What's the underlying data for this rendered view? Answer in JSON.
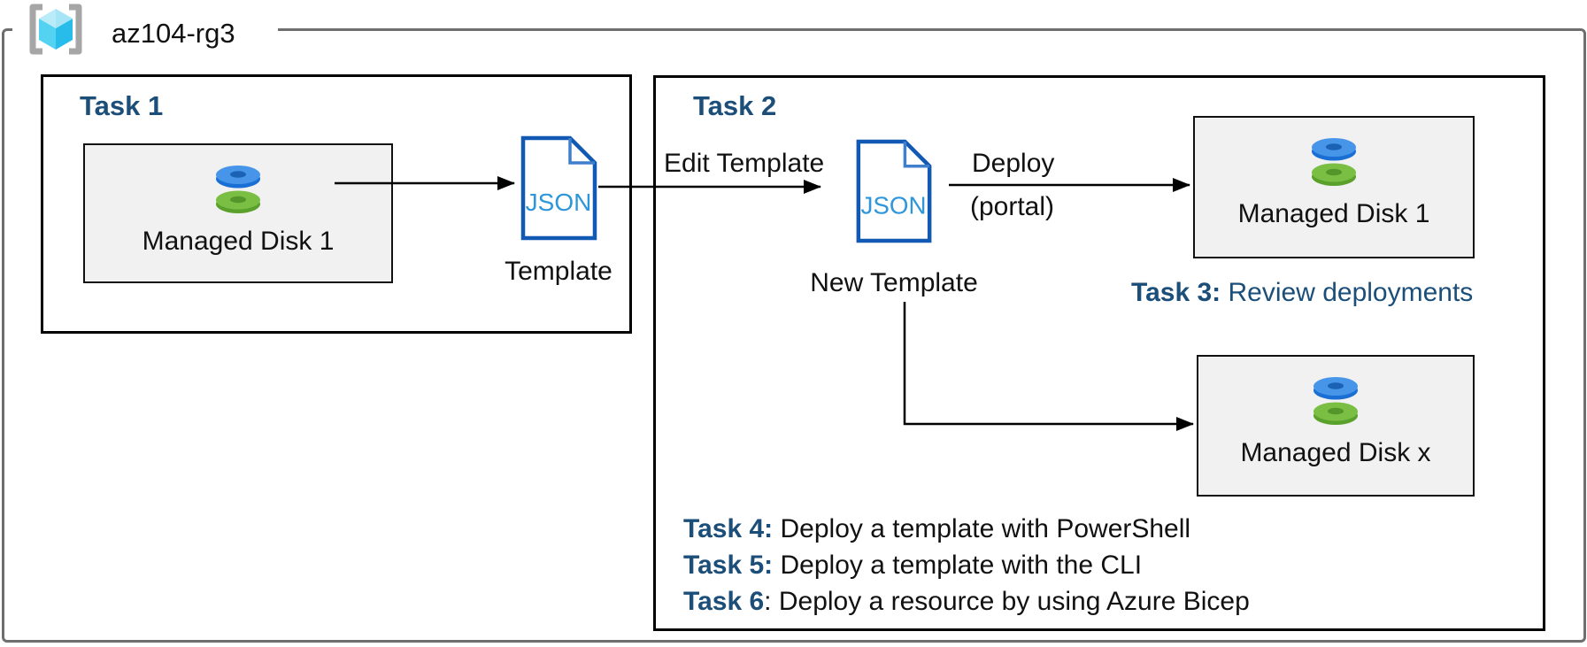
{
  "diagram": {
    "resource_group": {
      "name": "az104-rg3",
      "icon": "azure-resource-group-icon"
    },
    "task1": {
      "heading": "Task 1",
      "managed_disk": {
        "label": "Managed Disk 1",
        "icon": "managed-disk-icon"
      },
      "template": {
        "file_label": "JSON",
        "caption": "Template",
        "icon": "json-document-icon"
      }
    },
    "task2": {
      "heading": "Task 2",
      "edit_arrow_label": "Edit Template",
      "new_template": {
        "file_label": "JSON",
        "caption": "New Template",
        "icon": "json-document-icon"
      },
      "deploy_arrow_label": "Deploy",
      "deploy_arrow_sublabel": "(portal)",
      "managed_disk_1": {
        "label": "Managed Disk 1",
        "icon": "managed-disk-icon"
      },
      "managed_disk_x": {
        "label": "Managed Disk x",
        "icon": "managed-disk-icon"
      },
      "task3": {
        "prefix": "Task 3:",
        "text": " Review deployments"
      },
      "tasks": [
        {
          "prefix": "Task 4:",
          "text": " Deploy a template with PowerShell"
        },
        {
          "prefix": "Task 5:",
          "text": " Deploy a template with the CLI"
        },
        {
          "prefix": "Task 6",
          "text": ": Deploy a resource by using Azure Bicep"
        }
      ]
    },
    "colors": {
      "heading_navy": "#1B4E79",
      "json_border_blue": "#1159B3",
      "json_fold_blue": "#3F7FCC",
      "json_text_blue": "#2E96D9",
      "disk_blue_top": "#4795E8",
      "disk_blue_rim": "#1A6FD4",
      "disk_green_top": "#7ABF44",
      "disk_green_rim": "#5AA12C",
      "frame_gray": "#6E6E6E",
      "bracket_gray": "#A6A6A6",
      "box_fill_gray": "#F1F1F1",
      "cube_cyan_left": "#53D2F1",
      "cube_cyan_right": "#27BCE9",
      "cube_cyan_top": "#B9EBF8",
      "arrow_black": "#000000"
    }
  }
}
